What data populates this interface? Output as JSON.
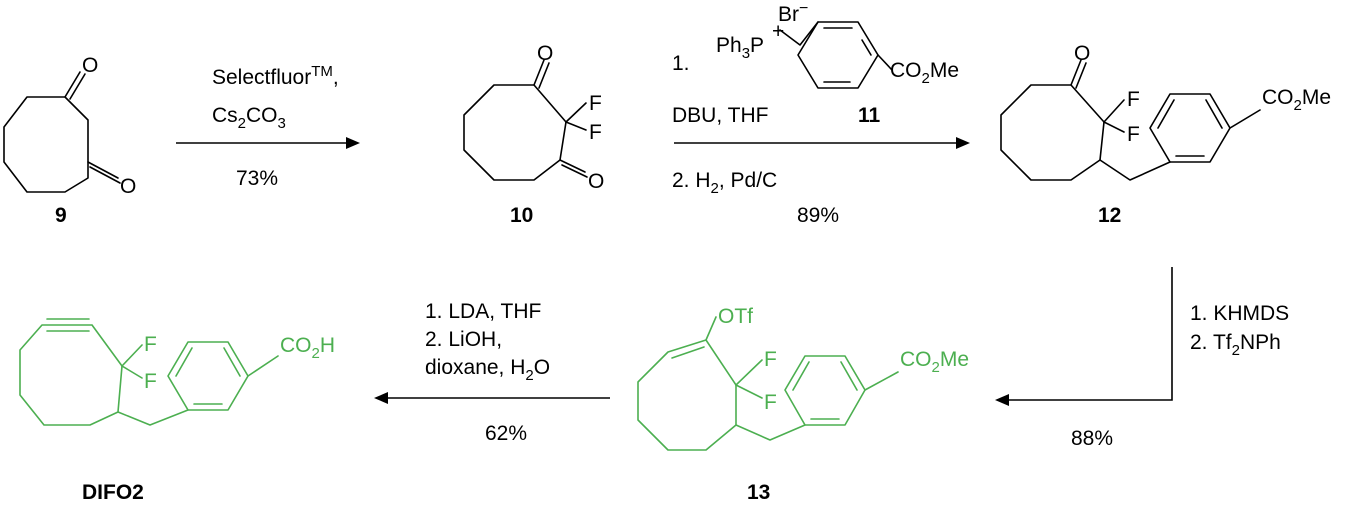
{
  "compounds": {
    "c9": {
      "label": "9",
      "o1": "O",
      "o2": "O"
    },
    "c10": {
      "label": "10",
      "o1": "O",
      "o2": "O",
      "f1": "F",
      "f2": "F"
    },
    "c12": {
      "label": "12",
      "o1": "O",
      "f1": "F",
      "f2": "F",
      "ester": "CO2Me"
    },
    "c13": {
      "label": "13",
      "otf": "OTf",
      "f1": "F",
      "f2": "F",
      "ester": "CO2Me"
    },
    "difo2": {
      "label": "DIFO2",
      "f1": "F",
      "f2": "F",
      "acid": "CO2H"
    }
  },
  "reagent11": {
    "label": "11",
    "br": "Br",
    "minus": "−",
    "plus": "+",
    "ph3p": "Ph3P",
    "ester": "CO2Me"
  },
  "steps": {
    "s1": {
      "line1": "SelectfluorTM,",
      "line2": "Cs2CO3",
      "yield": "73%"
    },
    "s2": {
      "line1_num": "1.",
      "line2": "DBU, THF",
      "line3": "2. H2, Pd/C",
      "yield": "89%"
    },
    "s3": {
      "line1": "1. KHMDS",
      "line2": "2. Tf2NPh",
      "yield": "88%"
    },
    "s4": {
      "line1": "1. LDA, THF",
      "line2": "2. LiOH,",
      "line3": "dioxane, H2O",
      "yield": "62%"
    }
  },
  "colors": {
    "black": "#000000",
    "green": "#4caf50"
  }
}
